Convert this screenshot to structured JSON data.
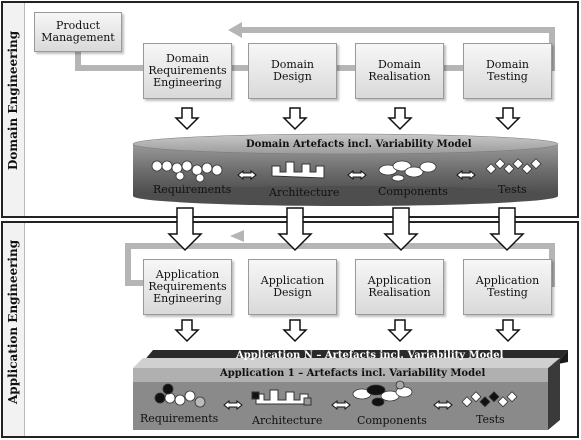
{
  "domain_engineering": {
    "side_label": "Domain Engineering",
    "product_management": "Product\nManagement",
    "steps": [
      {
        "label": "Domain\nRequirements\nEngineering"
      },
      {
        "label": "Domain\nDesign"
      },
      {
        "label": "Domain\nRealisation"
      },
      {
        "label": "Domain\nTesting"
      }
    ],
    "artefacts_title": "Domain Artefacts incl. Variability Model",
    "artefacts": [
      "Requirements",
      "Architecture",
      "Components",
      "Tests"
    ]
  },
  "application_engineering": {
    "side_label": "Application Engineering",
    "steps": [
      {
        "label": "Application\nRequirements\nEngineering"
      },
      {
        "label": "Application\nDesign"
      },
      {
        "label": "Application\nRealisation"
      },
      {
        "label": "Application\nTesting"
      }
    ],
    "artefacts_title_n": "Application N – Artefacts incl. Variability Model",
    "artefacts_title_1": "Application 1 – Artefacts incl. Variability Model",
    "artefacts": [
      "Requirements",
      "Architecture",
      "Components",
      "Tests"
    ]
  }
}
